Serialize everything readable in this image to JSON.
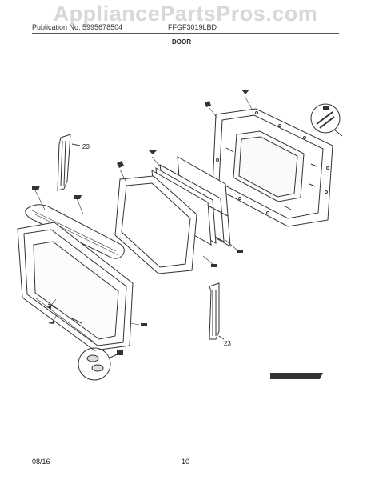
{
  "header": {
    "watermark": "AppliancePartsPros.com",
    "publication": "Publication No: 5995678504",
    "model": "FFGF3019LBD",
    "section": "DOOR"
  },
  "callouts": {
    "left_hinge": "23",
    "right_hinge": "23"
  },
  "footer": {
    "date": "08/16",
    "page": "10"
  }
}
